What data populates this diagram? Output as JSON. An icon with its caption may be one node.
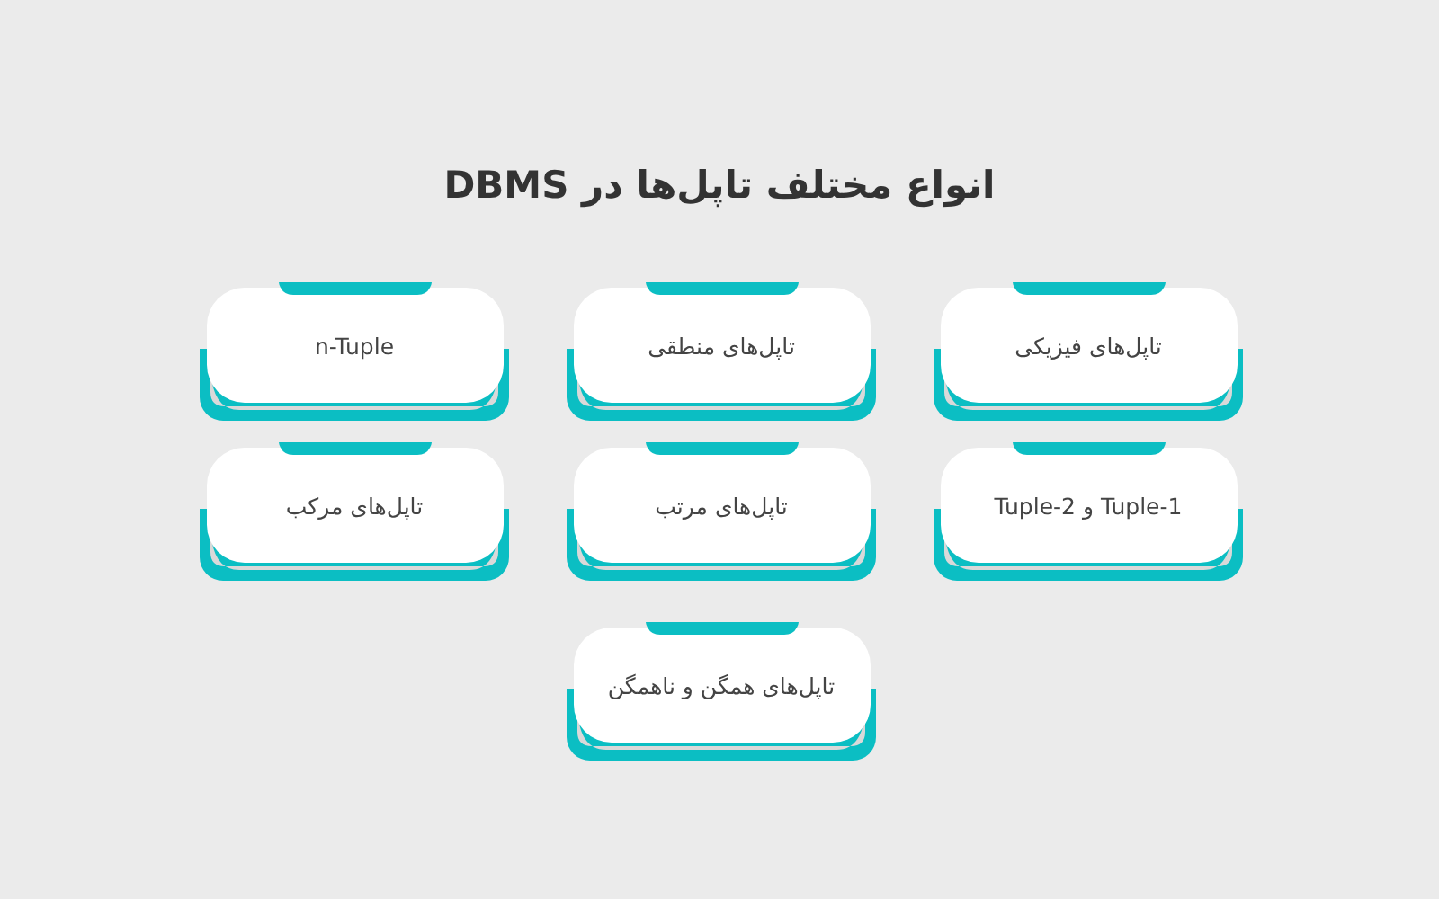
{
  "diagram": {
    "title": "انواع مختلف تاپل‌ها در DBMS",
    "nodes": [
      {
        "text": [
          "تاپل‌های فیزیکی"
        ]
      },
      {
        "text": [
          "تاپل‌های منطقی"
        ]
      },
      {
        "text": [
          "n-Tuple"
        ]
      },
      {
        "text": [
          "Tuple-1 و Tuple-2"
        ]
      },
      {
        "text": [
          "تاپل‌های مرتب"
        ]
      },
      {
        "text": [
          "تاپل‌های مرکب"
        ]
      },
      {
        "text": [
          "تاپل‌های همگن و ناهمگن"
        ]
      }
    ]
  }
}
